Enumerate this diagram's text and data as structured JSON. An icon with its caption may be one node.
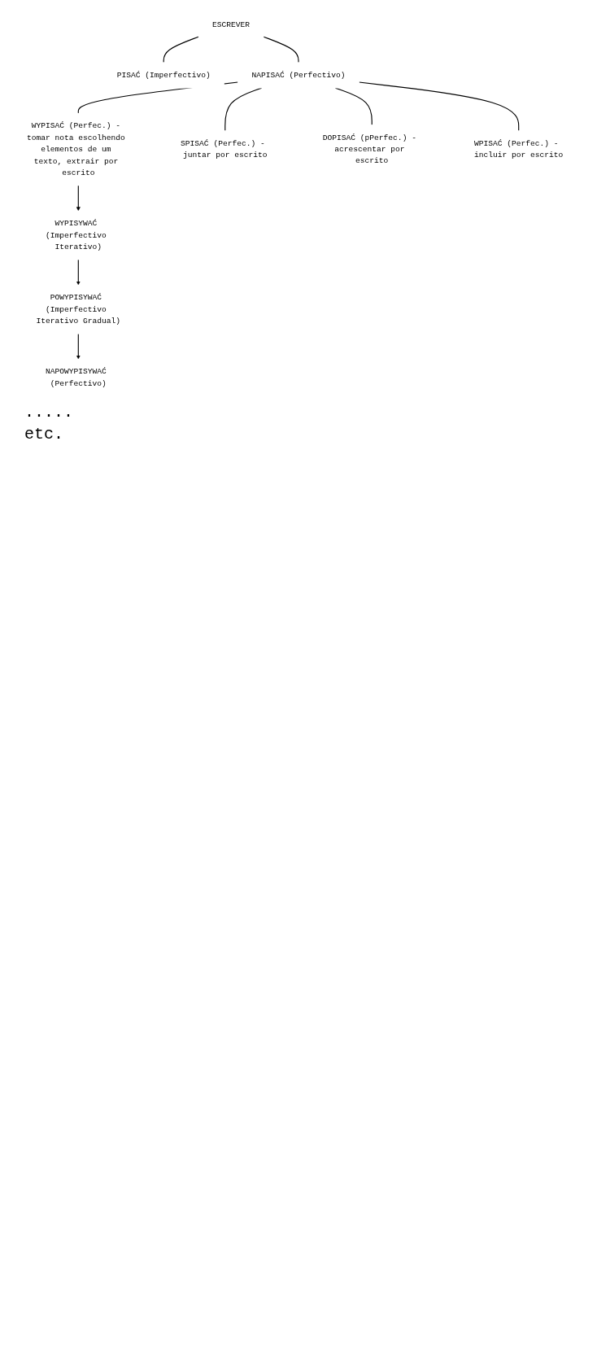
{
  "diagram": {
    "nodes": [
      {
        "text": [
          "ESCREVER"
        ]
      },
      {
        "text": [
          "PISAĆ (Imperfectivo)"
        ]
      },
      {
        "text": [
          "NAPISAĆ (Perfectivo)"
        ]
      },
      {
        "text": [
          "WYPISAĆ (Perfec.) - tomar nota escolhendo elementos de um texto, extrair por escrito"
        ]
      },
      {
        "text": [
          "SPISAĆ (Perfec.) - juntar por escrito"
        ]
      },
      {
        "text": [
          "DOPISAĆ (pPerfec.) - acrescentar por escrito"
        ]
      },
      {
        "text": [
          "WPISAĆ (Perfec.) - incluir por escrito"
        ]
      },
      {
        "text": [
          "WYPISYWAĆ (Imperfectivo Iterativo)"
        ]
      },
      {
        "text": [
          "POWYPISYWAĆ (Imperfectivo Iterativo Gradual)"
        ]
      },
      {
        "text": [
          "NAPOWYPISYWAĆ (Perfectivo)"
        ]
      }
    ],
    "edges": [
      {
        "from": 0,
        "to": 1,
        "arrow": "none"
      },
      {
        "from": 0,
        "to": 2,
        "arrow": "none"
      },
      {
        "from": 2,
        "to": 3,
        "arrow": "none"
      },
      {
        "from": 2,
        "to": 4,
        "arrow": "none"
      },
      {
        "from": 2,
        "to": 5,
        "arrow": "none"
      },
      {
        "from": 2,
        "to": 6,
        "arrow": "none"
      },
      {
        "from": 3,
        "to": 7,
        "arrow": "to"
      },
      {
        "from": 7,
        "to": 8,
        "arrow": "to"
      },
      {
        "from": 8,
        "to": 9,
        "arrow": "to"
      }
    ],
    "labels": [
      ".....",
      "etc."
    ]
  }
}
